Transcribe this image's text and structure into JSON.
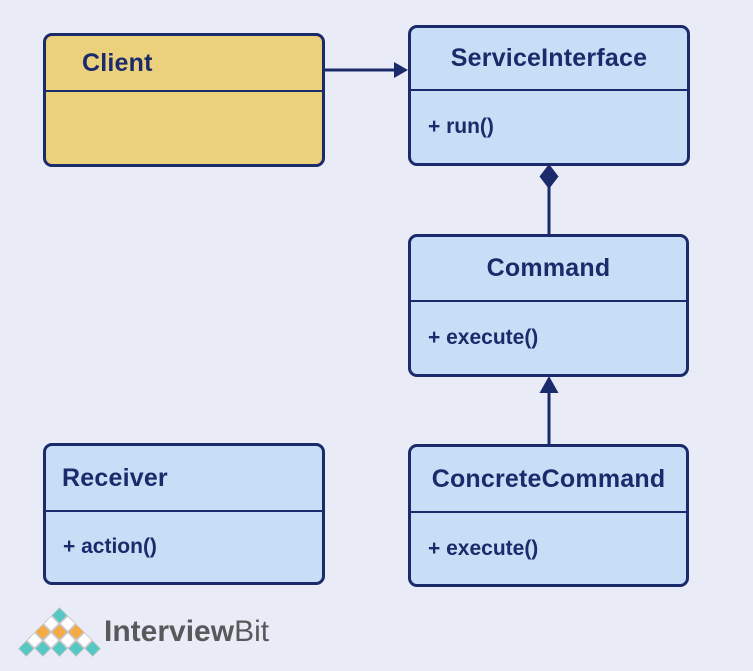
{
  "diagram": {
    "boxes": [
      {
        "id": "client",
        "title": "Client",
        "method": "",
        "fill": "#ecd17c"
      },
      {
        "id": "service-interface",
        "title": "ServiceInterface",
        "method": "+ run()",
        "fill": "#c7def6"
      },
      {
        "id": "command",
        "title": "Command",
        "method": "+ execute()",
        "fill": "#c7def6"
      },
      {
        "id": "concrete-command",
        "title": "ConcreteCommand",
        "method": "+ execute()",
        "fill": "#c7def6"
      },
      {
        "id": "receiver",
        "title": "Receiver",
        "method": "+ action()",
        "fill": "#c7def6"
      }
    ],
    "connectors": [
      {
        "from": "Client",
        "to": "ServiceInterface",
        "type": "association-arrow"
      },
      {
        "from": "Command",
        "to": "ServiceInterface",
        "type": "aggregation-diamond"
      },
      {
        "from": "ConcreteCommand",
        "to": "Command",
        "type": "inheritance-arrow"
      }
    ]
  },
  "colors": {
    "background": "#e9ecf7",
    "navy": "#1b2a6b",
    "box_blue": "#c7def6",
    "box_yellow": "#ecd17c",
    "logo_gray": "#58595b"
  },
  "logo": {
    "text_bold": "Interview",
    "text_light": "Bit",
    "mark_colors": {
      "teal": "#56c8c3",
      "orange": "#f6aa43",
      "white": "#ffffff",
      "outline": "#c4c4c4"
    }
  }
}
